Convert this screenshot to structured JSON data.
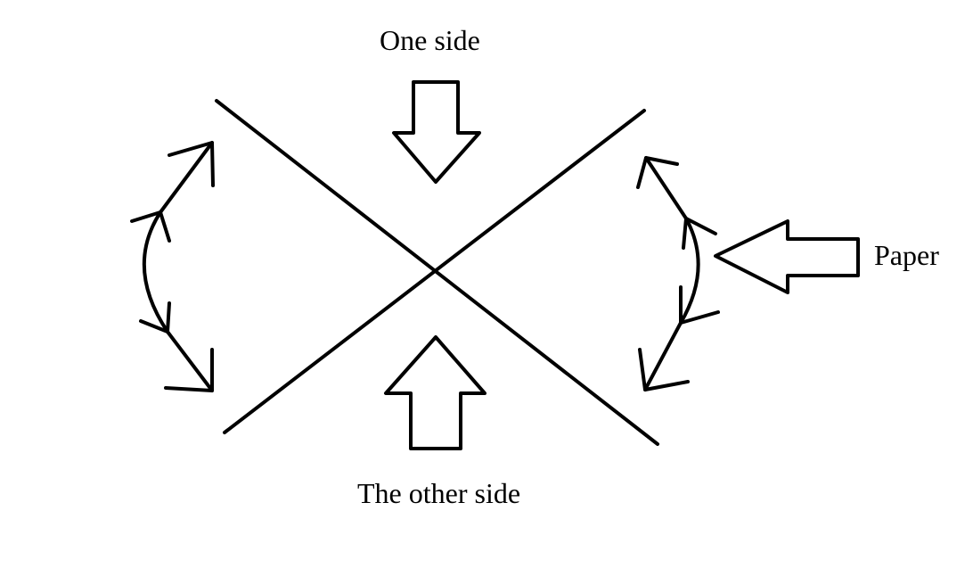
{
  "labels": {
    "one_side": "One side",
    "other_side": "The other side",
    "paper": "Paper"
  },
  "colors": {
    "stroke": "#000000",
    "background": "#ffffff"
  }
}
